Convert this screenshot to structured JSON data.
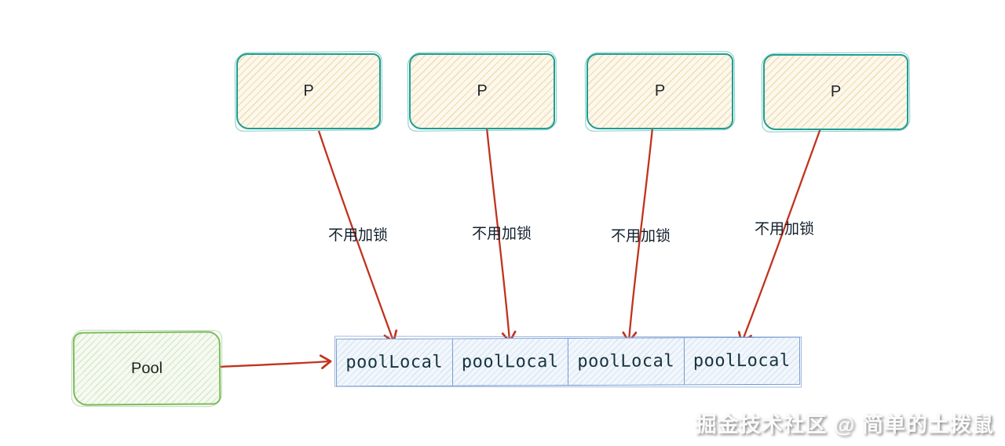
{
  "p_boxes": [
    {
      "label": "P"
    },
    {
      "label": "P"
    },
    {
      "label": "P"
    },
    {
      "label": "P"
    }
  ],
  "arrow_labels": [
    {
      "text": "不用加锁"
    },
    {
      "text": "不用加锁"
    },
    {
      "text": "不用加锁"
    },
    {
      "text": "不用加锁"
    }
  ],
  "pool_box": {
    "label": "Pool"
  },
  "pool_local_cells": [
    {
      "label": "poolLocal"
    },
    {
      "label": "poolLocal"
    },
    {
      "label": "poolLocal"
    },
    {
      "label": "poolLocal"
    }
  ],
  "watermark": {
    "text": "掘金技术社区 @ 简单的土拨鼠"
  },
  "colors": {
    "p_box_border": "#1f9e93",
    "p_box_fill": "#fdf8ec",
    "pool_box_border": "#7cba5d",
    "pool_box_fill": "#f6faf2",
    "cell_border": "#6e93ce",
    "cell_fill": "#f2f7fc",
    "arrow_red": "#c1331d",
    "label_text": "#121f2b",
    "cell_text": "#17333f"
  }
}
